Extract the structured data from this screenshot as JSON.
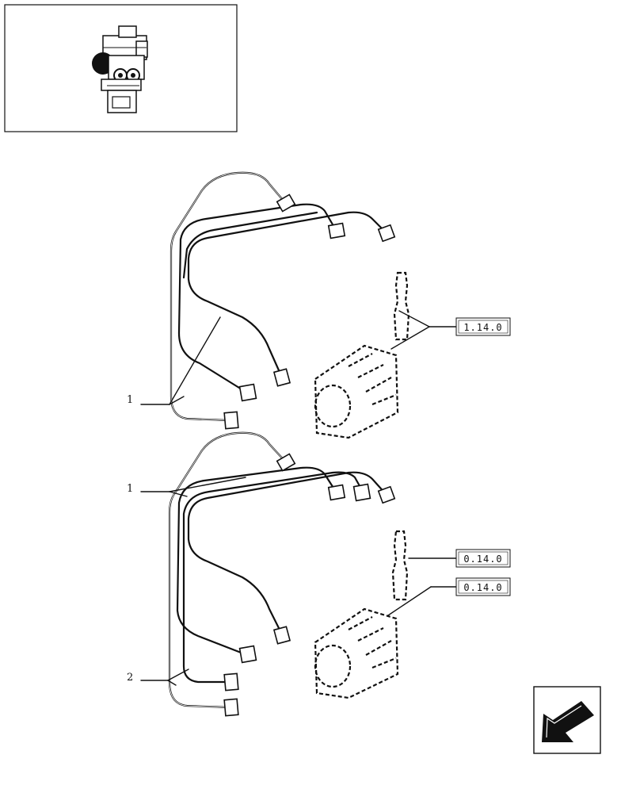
{
  "callouts": {
    "item1_upper": "1",
    "item1_lower": "1",
    "item2": "2"
  },
  "references": {
    "ref_upper": "1.14.0",
    "ref_lower_a": "0.14.0",
    "ref_lower_b": "0.14.0"
  },
  "icons": {
    "thumbnail": "engine-thumbnail-icon",
    "nav": "back-arrow-icon"
  }
}
